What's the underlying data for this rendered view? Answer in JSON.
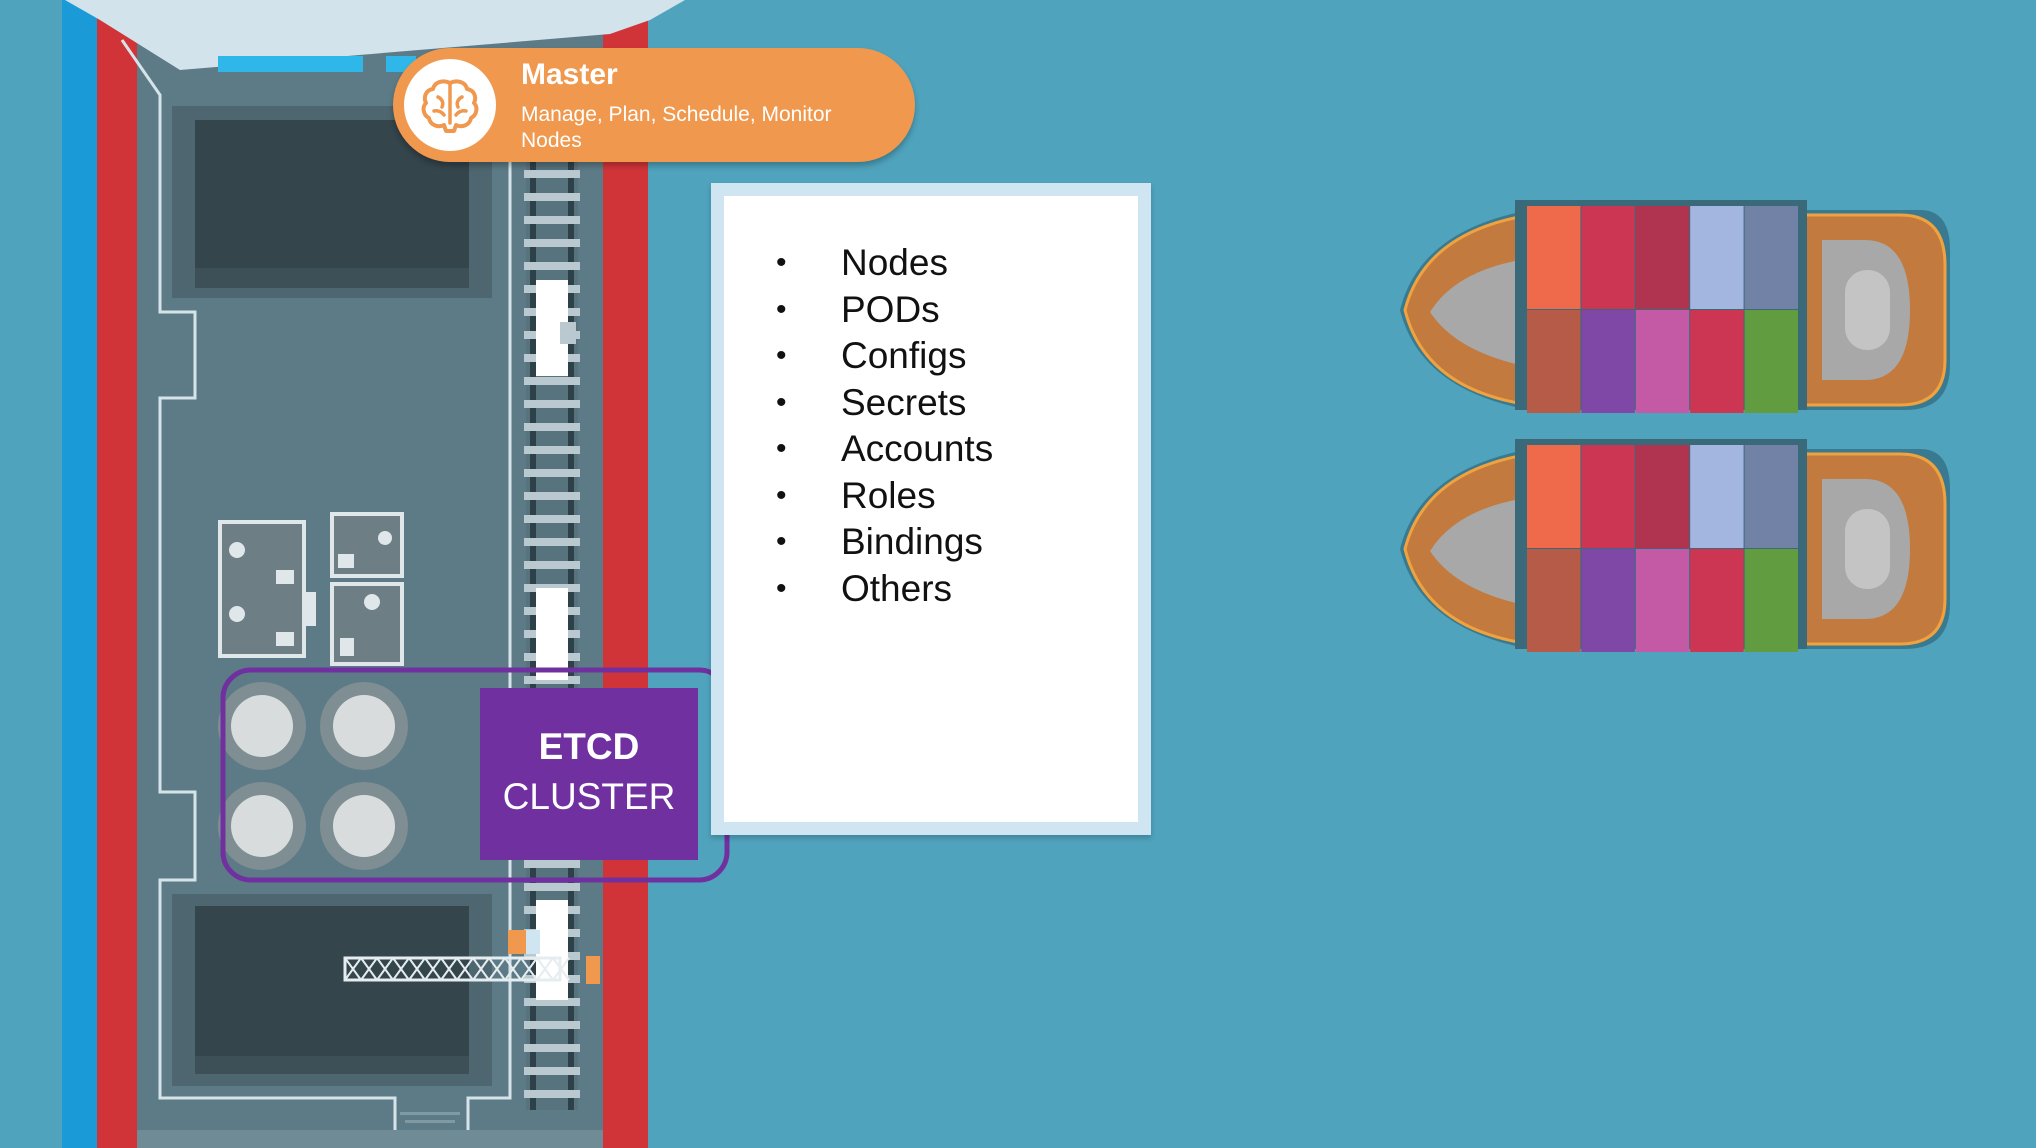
{
  "master": {
    "title": "Master",
    "subtitle": "Manage, Plan, Schedule, Monitor Nodes",
    "icon": "brain-icon"
  },
  "etcd": {
    "line1": "ETCD",
    "line2": "CLUSTER"
  },
  "data_list": {
    "items": [
      "Nodes",
      "PODs",
      "Configs",
      "Secrets",
      "Accounts",
      "Roles",
      "Bindings",
      "Others"
    ]
  },
  "colors": {
    "sea": "#4fa3bd",
    "master_accent": "#f0984e",
    "etcd_purple": "#7030a0",
    "hull_red": "#d13438",
    "hull_blue": "#1a9ad6",
    "deck_gray": "#5d7b86",
    "ship_hull_orange": "#c27a3e"
  },
  "containers": [
    "#ee6a4a",
    "#cc3652",
    "#b03350",
    "#a2b6e0",
    "#7281a6",
    "#b55b48",
    "#7f47a6",
    "#c45aa6",
    "#cc3652",
    "#629c40"
  ]
}
